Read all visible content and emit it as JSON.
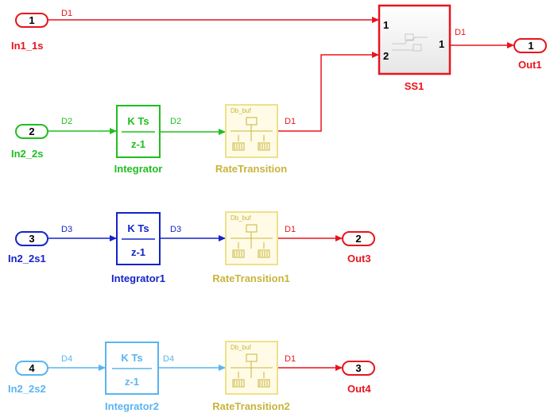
{
  "colors": {
    "red": "#e8141c",
    "green": "#1fbf1f",
    "blue": "#1424c8",
    "lightblue": "#5ab4f0",
    "gold": "#c8b43c",
    "rt_fill": "#fffbe6",
    "rt_border": "#eee08c",
    "ss_fill": "#f4f4f4"
  },
  "inports": [
    {
      "number": "1",
      "label": "In1_1s"
    },
    {
      "number": "2",
      "label": "In2_2s"
    },
    {
      "number": "3",
      "label": "In2_2s1"
    },
    {
      "number": "4",
      "label": "In2_2s2"
    }
  ],
  "outports": [
    {
      "number": "1",
      "label": "Out1"
    },
    {
      "number": "2",
      "label": "Out3"
    },
    {
      "number": "3",
      "label": "Out4"
    }
  ],
  "integrators": [
    {
      "label": "Integrator",
      "numerator": "K Ts",
      "denominator": "z-1"
    },
    {
      "label": "Integrator1",
      "numerator": "K Ts",
      "denominator": "z-1"
    },
    {
      "label": "Integrator2",
      "numerator": "K Ts",
      "denominator": "z-1"
    }
  ],
  "rate_transitions": [
    {
      "label": "RateTransition",
      "buffer_text": "Db_buf"
    },
    {
      "label": "RateTransition1",
      "buffer_text": "Db_buf"
    },
    {
      "label": "RateTransition2",
      "buffer_text": "Db_buf"
    }
  ],
  "subsystem": {
    "label": "SS1",
    "in1": "1",
    "in2": "2",
    "out1": "1"
  },
  "signals": {
    "in1_to_ss": "D1",
    "ss_to_out1": "D1",
    "in2_to_int": "D2",
    "int_to_rt": "D2",
    "rt_to_ss": "D1",
    "in3_to_int1": "D3",
    "int1_to_rt1": "D3",
    "rt1_to_out3": "D1",
    "in4_to_int2": "D4",
    "int2_to_rt2": "D4",
    "rt2_to_out4": "D1"
  }
}
